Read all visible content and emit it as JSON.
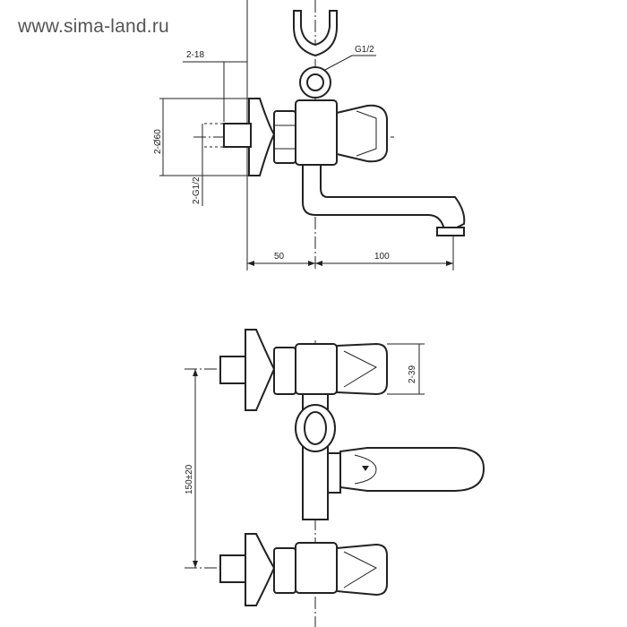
{
  "watermark": "www.sima-land.ru",
  "top_view": {
    "dim_spacing_small": "2-18",
    "dim_thread_shower": "G1/2",
    "dim_flange": "2-Ø60",
    "dim_inlet_thread": "2-G1/2",
    "dim_wall_to_axis": "50",
    "dim_spout_reach": "100"
  },
  "front_view": {
    "dim_handle": "2-39",
    "dim_centers": "150±20"
  }
}
